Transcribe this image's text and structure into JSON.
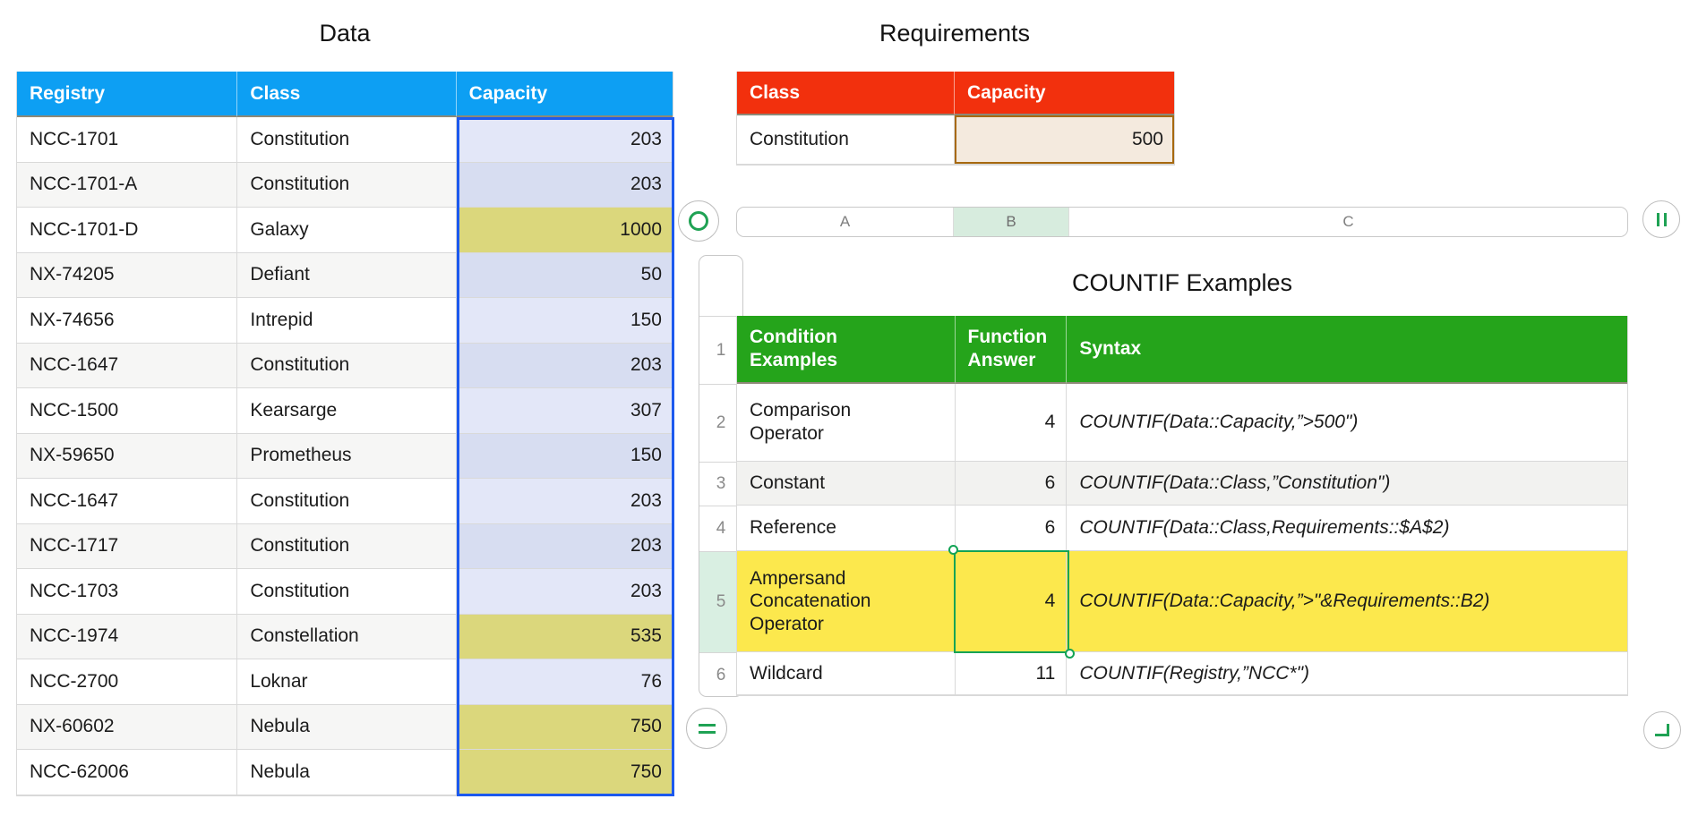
{
  "titles": {
    "data": "Data",
    "requirements": "Requirements",
    "countif": "COUNTIF Examples"
  },
  "data_table": {
    "headers": [
      "Registry",
      "Class",
      "Capacity"
    ],
    "rows": [
      {
        "registry": "NCC-1701",
        "class": "Constitution",
        "capacity": "203"
      },
      {
        "registry": "NCC-1701-A",
        "class": "Constitution",
        "capacity": "203"
      },
      {
        "registry": "NCC-1701-D",
        "class": "Galaxy",
        "capacity": "1000"
      },
      {
        "registry": "NX-74205",
        "class": "Defiant",
        "capacity": "50"
      },
      {
        "registry": "NX-74656",
        "class": "Intrepid",
        "capacity": "150"
      },
      {
        "registry": "NCC-1647",
        "class": "Constitution",
        "capacity": "203"
      },
      {
        "registry": "NCC-1500",
        "class": "Kearsarge",
        "capacity": "307"
      },
      {
        "registry": "NX-59650",
        "class": "Prometheus",
        "capacity": "150"
      },
      {
        "registry": "NCC-1647",
        "class": "Constitution",
        "capacity": "203"
      },
      {
        "registry": "NCC-1717",
        "class": "Constitution",
        "capacity": "203"
      },
      {
        "registry": "NCC-1703",
        "class": "Constitution",
        "capacity": "203"
      },
      {
        "registry": "NCC-1974",
        "class": "Constellation",
        "capacity": "535"
      },
      {
        "registry": "NCC-2700",
        "class": "Loknar",
        "capacity": "76"
      },
      {
        "registry": "NX-60602",
        "class": "Nebula",
        "capacity": "750"
      },
      {
        "registry": "NCC-62006",
        "class": "Nebula",
        "capacity": "750"
      }
    ]
  },
  "requirements_table": {
    "headers": [
      "Class",
      "Capacity"
    ],
    "row": {
      "class_value": "Constitution",
      "capacity_value": "500"
    }
  },
  "column_strip": {
    "labels": [
      "A",
      "B",
      "C"
    ]
  },
  "row_strip": {
    "labels": [
      "1",
      "2",
      "3",
      "4",
      "5",
      "6"
    ]
  },
  "countif_table": {
    "headers": [
      "Condition Examples",
      "Function Answer",
      "Syntax"
    ],
    "rows": [
      {
        "condition": "Comparison Operator",
        "answer": "4",
        "syntax": "COUNTIF(Data::Capacity,”>500\")"
      },
      {
        "condition": "Constant",
        "answer": "6",
        "syntax": "COUNTIF(Data::Class,”Constitution\")"
      },
      {
        "condition": "Reference",
        "answer": "6",
        "syntax": "COUNTIF(Data::Class,Requirements::$A$2)"
      },
      {
        "condition": "Ampersand Concatenation Operator",
        "answer": "4",
        "syntax": "COUNTIF(Data::Capacity,”>\"&Requirements::B2)"
      },
      {
        "condition": "Wildcard",
        "answer": "11",
        "syntax": "COUNTIF(Registry,”NCC*\")"
      }
    ]
  },
  "icons": {
    "table_handle": "circle-ring",
    "add_columns": "double-vertical-bars",
    "add_rows": "double-horizontal-bars",
    "resize": "corner-bracket"
  },
  "colors": {
    "data_header": "#0D9FF3",
    "requirements_header": "#F2300D",
    "countif_header": "#25A41B",
    "capacity_fill_odd": "#E3E7F8",
    "capacity_fill_even": "#D7DDF1",
    "conditional_highlight_fill": "#DBD77C",
    "highlighted_row_fill": "#FCE84D",
    "requirement_value_fill": "#F4EADE",
    "requirement_value_border": "#A7690F",
    "column_selection_border": "#1C59EE",
    "cell_selection_border": "#12A355",
    "selected_column_header_tint": "#D7ECDE",
    "selected_row_number_tint": "#D9EFE2"
  }
}
